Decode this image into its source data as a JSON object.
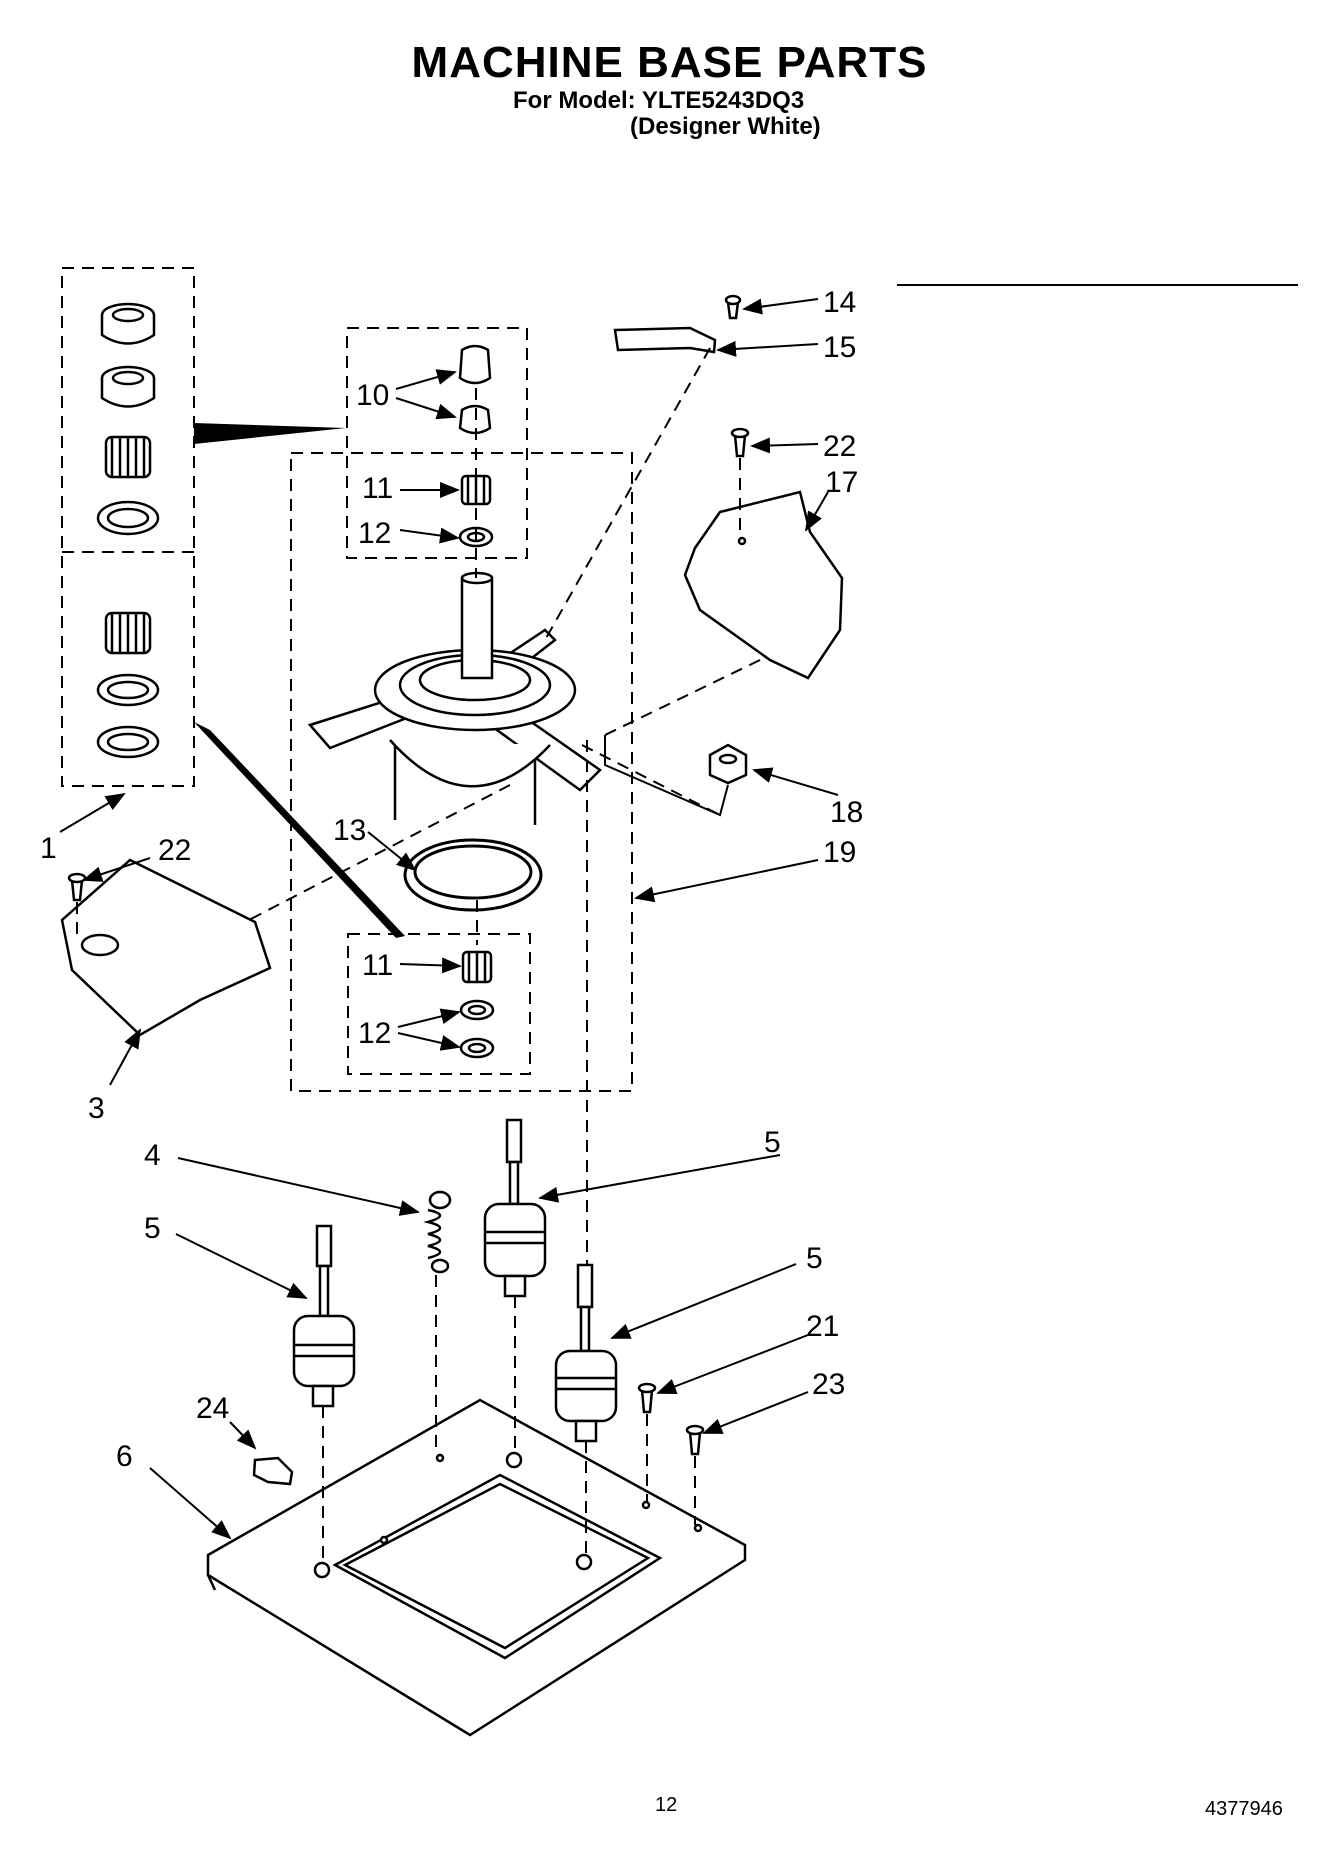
{
  "header": {
    "title": "MACHINE BASE PARTS",
    "model_line": "For Model: YLTE5243DQ3",
    "variant_line": "(Designer White)"
  },
  "footer": {
    "page_number": "12",
    "document_number": "4377946"
  },
  "callouts": [
    "1",
    "3",
    "4",
    "5",
    "5",
    "5",
    "6",
    "10",
    "11",
    "11",
    "12",
    "12",
    "13",
    "14",
    "15",
    "17",
    "18",
    "19",
    "21",
    "22",
    "22",
    "23",
    "24"
  ]
}
